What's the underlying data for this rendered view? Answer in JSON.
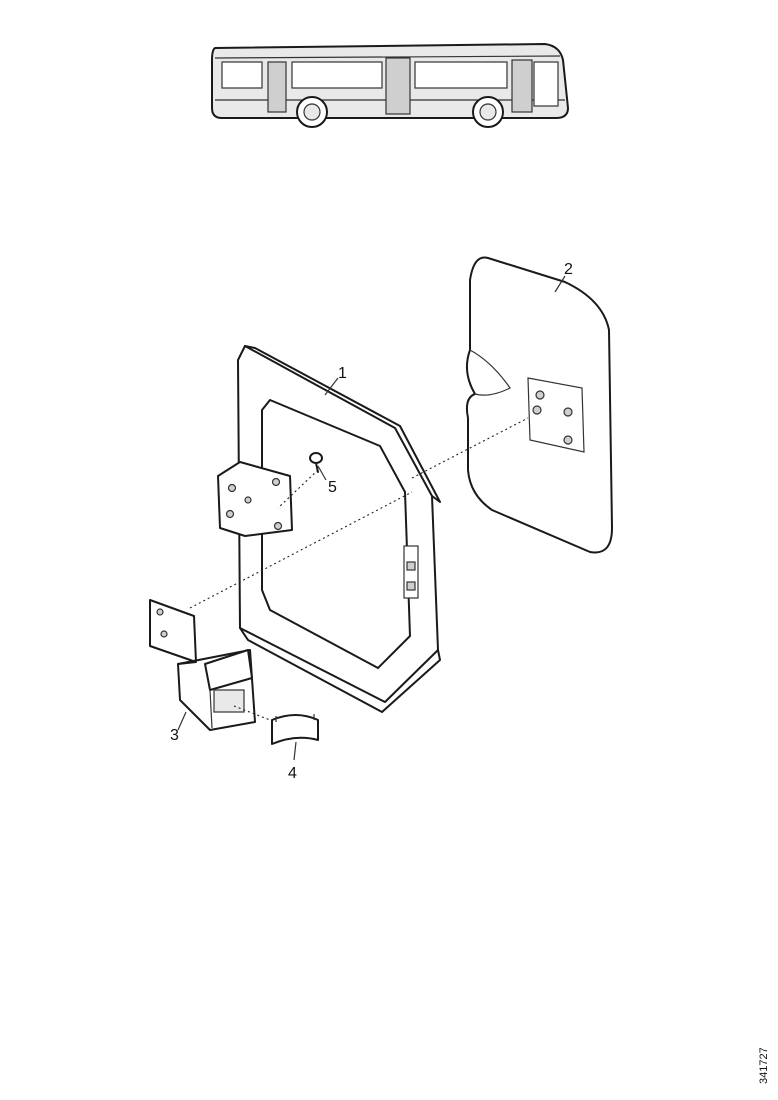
{
  "callouts": [
    {
      "id": "1",
      "label": "1"
    },
    {
      "id": "2",
      "label": "2"
    },
    {
      "id": "3",
      "label": "3"
    },
    {
      "id": "4",
      "label": "4"
    },
    {
      "id": "5",
      "label": "5"
    }
  ],
  "drawing_number": "341727"
}
